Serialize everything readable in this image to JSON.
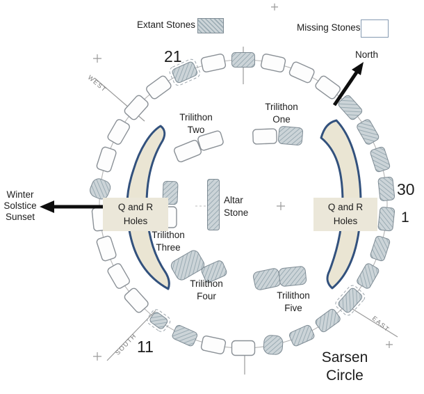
{
  "legend": {
    "extant_label": "Extant Stones",
    "missing_label": "Missing Stones"
  },
  "compass": {
    "north": "North",
    "west": "WEST",
    "south": "SOUTH",
    "east": "EAST"
  },
  "annotations": {
    "winter_solstice": [
      "Winter",
      "Solstice",
      "Sunset"
    ],
    "sarsen_circle": [
      "Sarsen",
      "Circle"
    ],
    "q_and_r": [
      "Q and R",
      "Holes"
    ],
    "altar_stone": [
      "Altar",
      "Stone"
    ]
  },
  "stone_numbers": {
    "northwest": "21",
    "east_upper": "30",
    "east_lower": "1",
    "south": "11"
  },
  "trilithons": [
    {
      "label": [
        "Trilithon",
        "One"
      ],
      "stones": [
        "missing",
        "extant"
      ]
    },
    {
      "label": [
        "Trilithon",
        "Two"
      ],
      "stones": [
        "missing",
        "missing"
      ]
    },
    {
      "label": [
        "Trilithon",
        "Three"
      ],
      "stones": [
        "extant",
        "missing"
      ]
    },
    {
      "label": [
        "Trilithon",
        "Four"
      ],
      "stones": [
        "extant",
        "extant"
      ]
    },
    {
      "label": [
        "Trilithon",
        "Five"
      ],
      "stones": [
        "extant",
        "extant"
      ]
    }
  ],
  "altar_stone_status": "extant",
  "sarsen_circle": {
    "stones": [
      {
        "angle": 0,
        "status": "extant"
      },
      {
        "angle": 12,
        "status": "missing"
      },
      {
        "angle": 24,
        "status": "missing"
      },
      {
        "angle": 36,
        "status": "missing"
      },
      {
        "angle": 48,
        "status": "extant"
      },
      {
        "angle": 60,
        "status": "extant"
      },
      {
        "angle": 72,
        "status": "extant"
      },
      {
        "angle": 84,
        "status": "extant"
      },
      {
        "angle": 96,
        "status": "extant"
      },
      {
        "angle": 108,
        "status": "extant"
      },
      {
        "angle": 120,
        "status": "extant"
      },
      {
        "angle": 132,
        "status": "extant",
        "dashed": true
      },
      {
        "angle": 144,
        "status": "extant"
      },
      {
        "angle": 156,
        "status": "extant"
      },
      {
        "angle": 168,
        "status": "extant",
        "blob": true
      },
      {
        "angle": 180,
        "status": "missing"
      },
      {
        "angle": 192,
        "status": "missing"
      },
      {
        "angle": 204,
        "status": "extant"
      },
      {
        "angle": 216,
        "status": "extant",
        "dashed": true,
        "small": true
      },
      {
        "angle": 228,
        "status": "missing"
      },
      {
        "angle": 240,
        "status": "missing"
      },
      {
        "angle": 252,
        "status": "missing"
      },
      {
        "angle": 264,
        "status": "missing"
      },
      {
        "angle": 276,
        "status": "extant",
        "blob": true
      },
      {
        "angle": 288,
        "status": "missing"
      },
      {
        "angle": 300,
        "status": "missing"
      },
      {
        "angle": 312,
        "status": "missing"
      },
      {
        "angle": 324,
        "status": "missing"
      },
      {
        "angle": 336,
        "status": "extant",
        "dashed": true
      },
      {
        "angle": 348,
        "status": "missing"
      }
    ]
  },
  "colors": {
    "extant_fill": "#ccd4d8",
    "extant_hatch": "#9aabb3",
    "stone_stroke": "#7e8b94",
    "missing_stroke": "#8a9096",
    "crescent_fill": "#eae5d3",
    "crescent_border": "#32517d",
    "arrow": "#0e0e0e",
    "label_box_bg": "#ebe7d9"
  }
}
